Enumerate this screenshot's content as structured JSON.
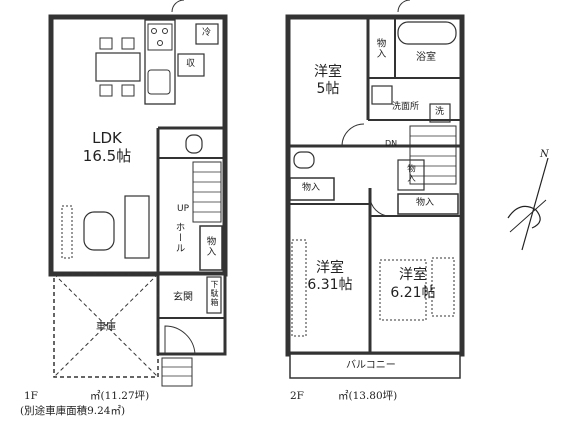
{
  "floor1": {
    "ldk_name": "LDK",
    "ldk_size": "16.5帖",
    "fridge": "冷",
    "storage": "収",
    "up": "UP",
    "hall": "ホール",
    "closet": "物入",
    "entrance": "玄関",
    "shoe_box": "下駄箱",
    "garage": "車庫",
    "caption_floor": "1F",
    "caption_area": "㎡(11.27坪)",
    "caption_note": "(別途車庫面積9.24㎡)"
  },
  "floor2": {
    "room_a_name": "洋室",
    "room_a_size": "5帖",
    "room_b_name": "洋室",
    "room_b_size": "6.31帖",
    "room_c_name": "洋室",
    "room_c_size": "6.21帖",
    "closet_top": "物入",
    "bath": "浴室",
    "washroom": "洗面所",
    "washer": "洗",
    "dn": "DN",
    "closet_small": "物入",
    "closet_left": "物入",
    "closet_right": "物入",
    "balcony": "バルコニー",
    "caption_floor": "2F",
    "caption_area": "㎡(13.80坪)"
  },
  "compass": {
    "north": "N"
  }
}
